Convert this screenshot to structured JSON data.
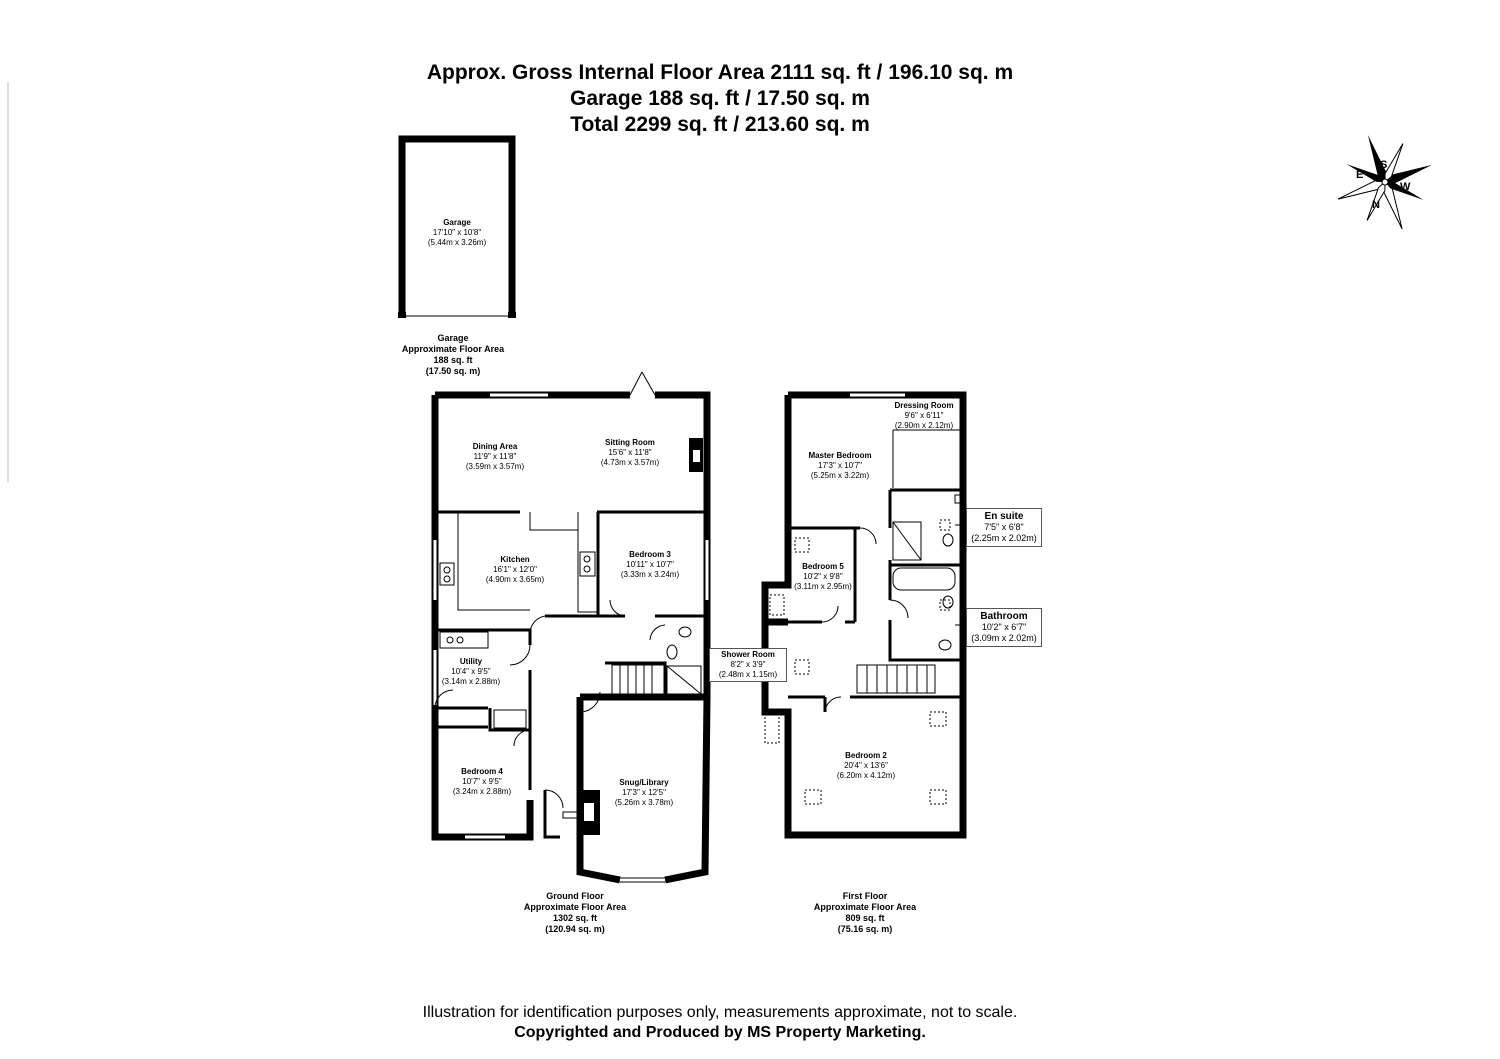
{
  "header": {
    "line1": "Approx. Gross Internal Floor Area 2111 sq. ft / 196.10 sq. m",
    "line2": "Garage 188 sq. ft / 17.50 sq. m",
    "line3": "Total 2299 sq. ft / 213.60 sq. m"
  },
  "compass": {
    "letters": [
      "S",
      "W",
      "N",
      "E"
    ]
  },
  "garage": {
    "room": {
      "name": "Garage",
      "imperial": "17'10\" x 10'8\"",
      "metric": "(5.44m x 3.26m)"
    },
    "summary": {
      "name": "Garage",
      "label": "Approximate Floor Area",
      "sqft": "188 sq. ft",
      "sqm": "(17.50 sq. m)"
    }
  },
  "ground_floor": {
    "rooms": {
      "dining": {
        "name": "Dining Area",
        "imperial": "11'9\" x 11'8\"",
        "metric": "(3.59m x 3.57m)"
      },
      "sitting": {
        "name": "Sitting Room",
        "imperial": "15'6\" x 11'8\"",
        "metric": "(4.73m x 3.57m)"
      },
      "kitchen": {
        "name": "Kitchen",
        "imperial": "16'1\" x 12'0\"",
        "metric": "(4.90m x 3.65m)"
      },
      "bedroom3": {
        "name": "Bedroom 3",
        "imperial": "10'11\" x 10'7\"",
        "metric": "(3.33m x 3.24m)"
      },
      "utility": {
        "name": "Utility",
        "imperial": "10'4\" x 9'5\"",
        "metric": "(3.14m x 2.88m)"
      },
      "shower": {
        "name": "Shower Room",
        "imperial": "8'2\" x 3'9\"",
        "metric": "(2.48m x 1.15m)"
      },
      "bedroom4": {
        "name": "Bedroom 4",
        "imperial": "10'7\" x 9'5\"",
        "metric": "(3.24m x 2.88m)"
      },
      "snug": {
        "name": "Snug/Library",
        "imperial": "17'3\" x 12'5\"",
        "metric": "(5.26m x 3.78m)"
      }
    },
    "summary": {
      "name": "Ground Floor",
      "label": "Approximate Floor Area",
      "sqft": "1302 sq. ft",
      "sqm": "(120.94 sq. m)"
    }
  },
  "first_floor": {
    "rooms": {
      "dressing": {
        "name": "Dressing Room",
        "imperial": "9'6\" x 6'11\"",
        "metric": "(2.90m x 2.12m)"
      },
      "master": {
        "name": "Master Bedroom",
        "imperial": "17'3\" x 10'7\"",
        "metric": "(5.25m x 3.22m)"
      },
      "ensuite": {
        "name": "En suite",
        "imperial": "7'5\" x 6'8\"",
        "metric": "(2.25m x 2.02m)"
      },
      "bedroom5": {
        "name": "Bedroom 5",
        "imperial": "10'2\" x 9'8\"",
        "metric": "(3.11m x 2.95m)"
      },
      "bathroom": {
        "name": "Bathroom",
        "imperial": "10'2\" x 6'7\"",
        "metric": "(3.09m x 2.02m)"
      },
      "bedroom2": {
        "name": "Bedroom 2",
        "imperial": "20'4\" x 13'6\"",
        "metric": "(6.20m x 4.12m)"
      }
    },
    "summary": {
      "name": "First Floor",
      "label": "Approximate Floor Area",
      "sqft": "809 sq. ft",
      "sqm": "(75.16 sq. m)"
    }
  },
  "footer": {
    "line1": "Illustration for identification purposes only, measurements approximate, not to scale.",
    "line2": "Copyrighted  and Produced by MS Property Marketing."
  }
}
